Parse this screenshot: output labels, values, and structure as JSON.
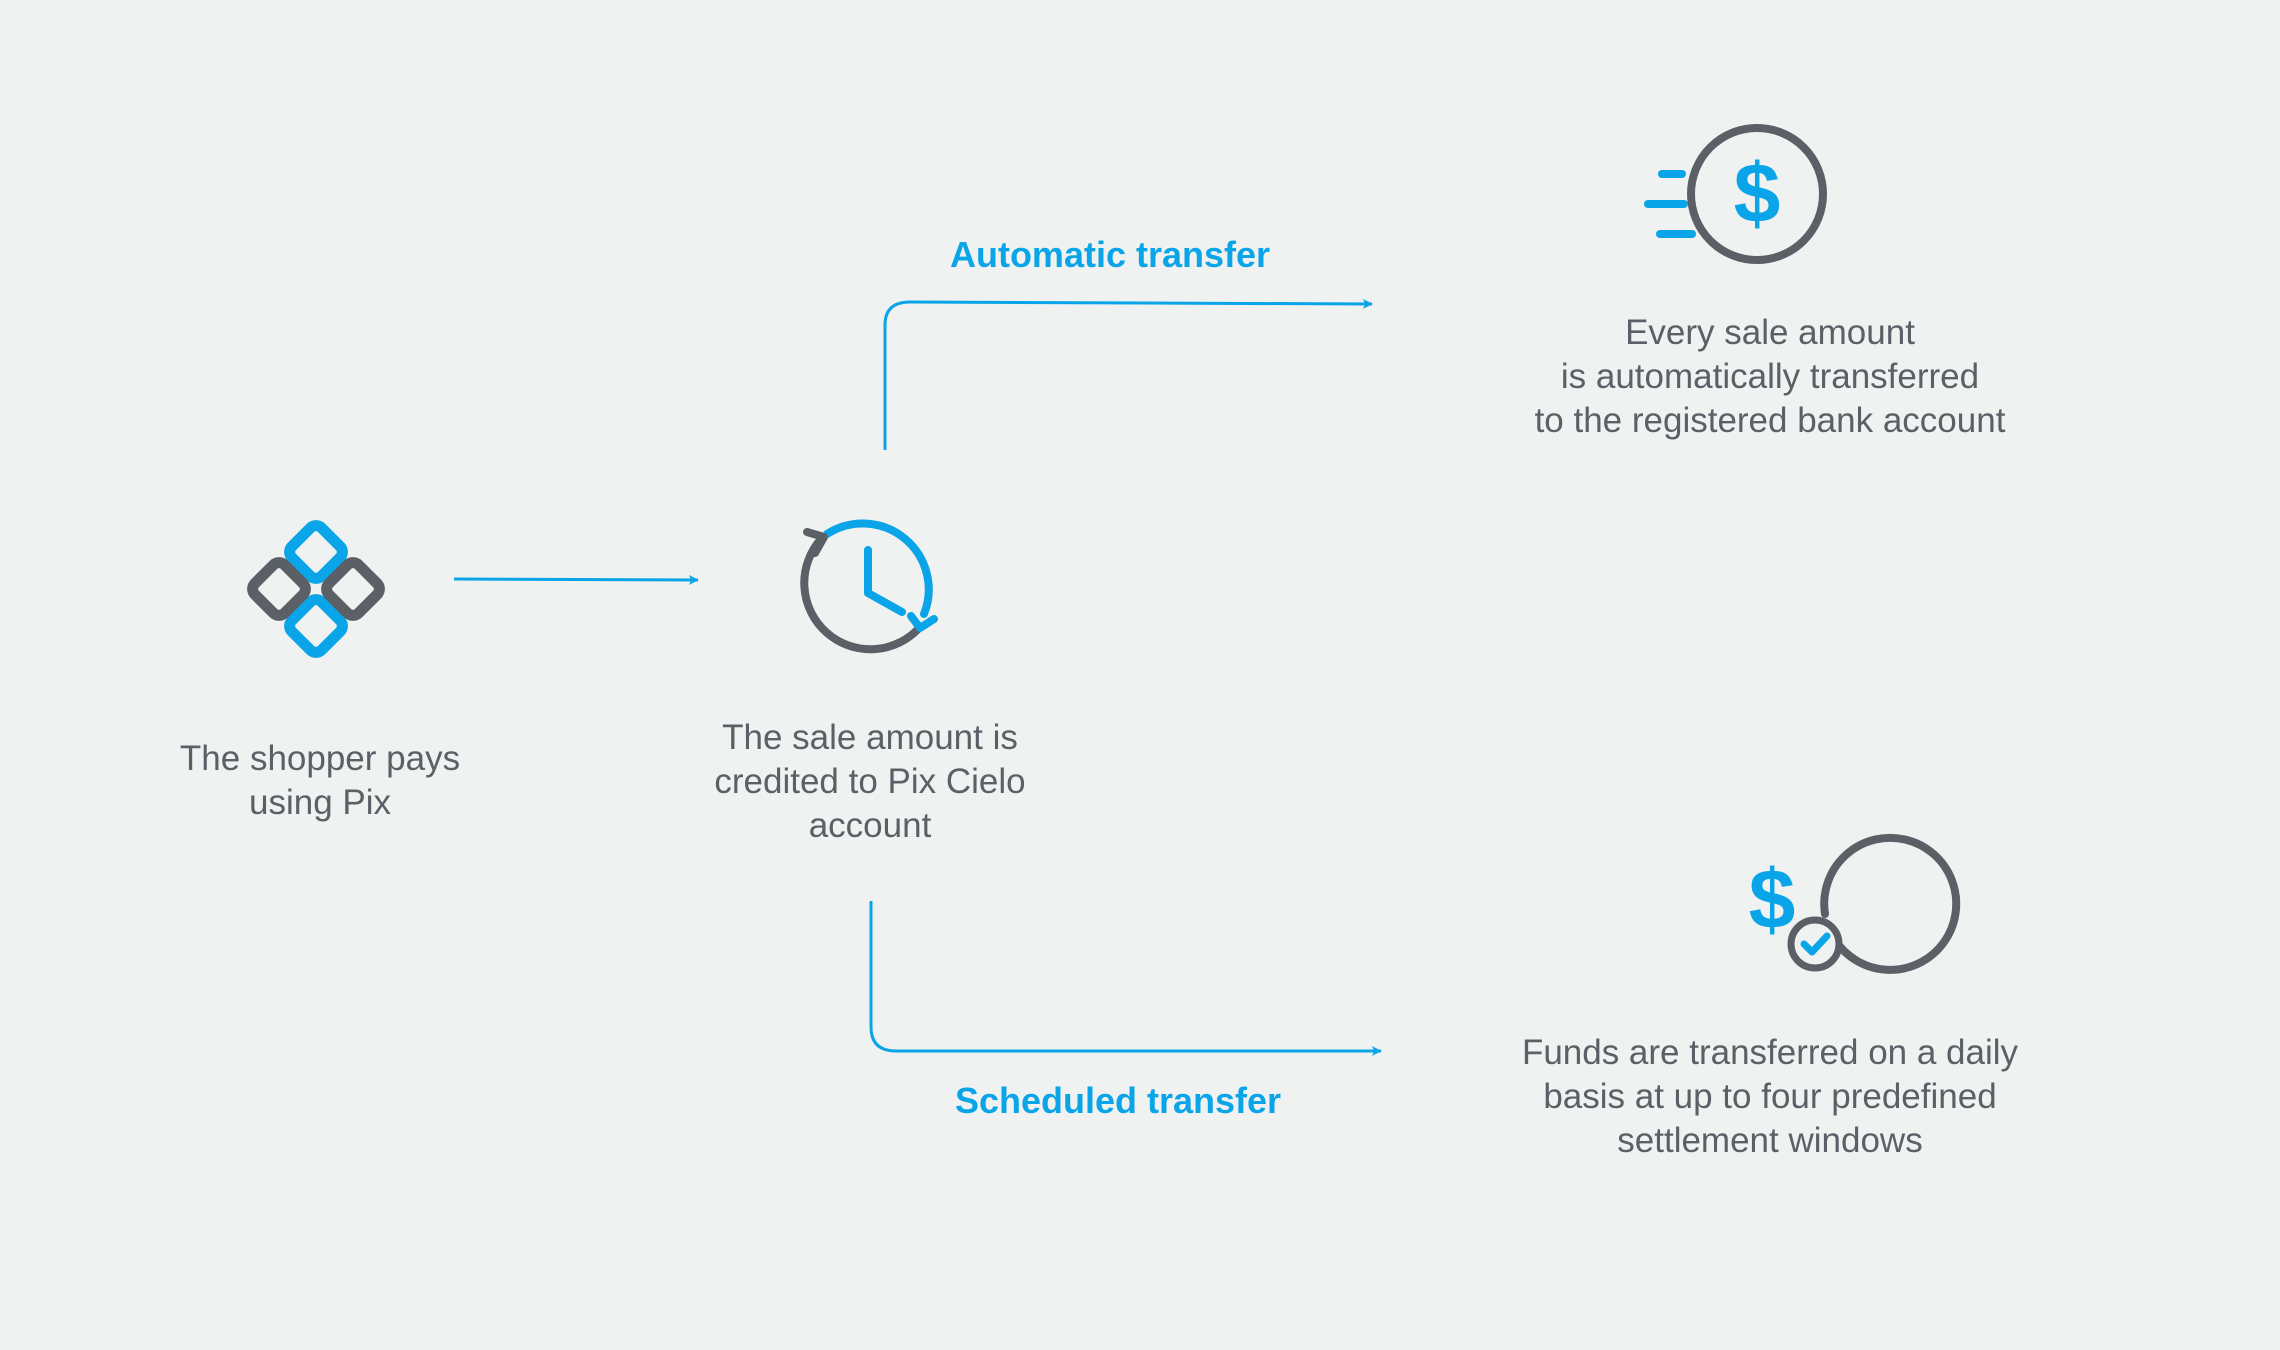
{
  "colors": {
    "accent": "#0aa5e8",
    "icon_gray": "#5b5f66",
    "text": "#5b5f66",
    "background": "#f0f2f1"
  },
  "nodes": {
    "shopper": {
      "icon": "pix-logo-icon",
      "text": "The shopper pays\nusing Pix"
    },
    "credited": {
      "icon": "clock-cycle-icon",
      "text": "The sale amount is\ncredited to Pix Cielo\naccount"
    },
    "automatic": {
      "icon": "fast-dollar-icon",
      "text": "Every sale amount\nis automatically transferred\nto the registered bank account"
    },
    "scheduled": {
      "icon": "dollar-check-icon",
      "text": "Funds are transferred on a daily\nbasis at up to four predefined\nsettlement windows"
    }
  },
  "edges": {
    "automatic_label": "Automatic transfer",
    "scheduled_label": "Scheduled transfer"
  }
}
